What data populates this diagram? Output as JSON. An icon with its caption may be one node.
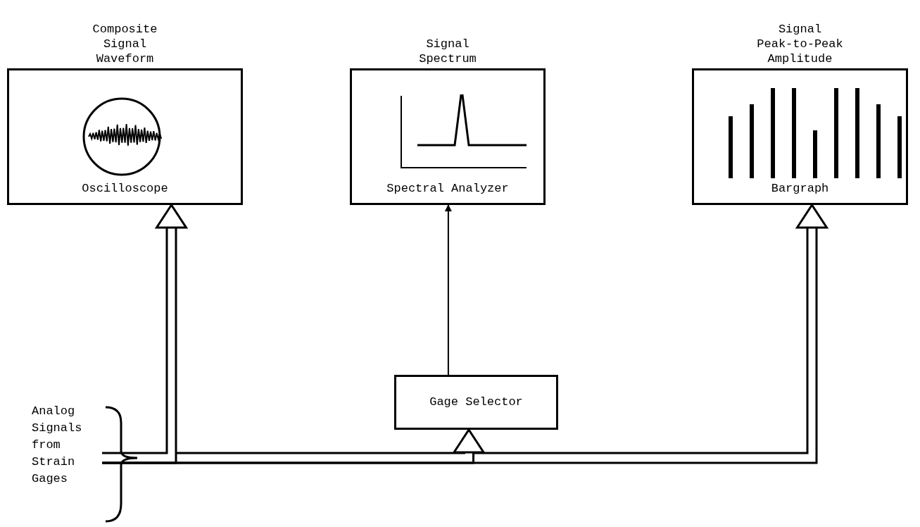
{
  "diagram": {
    "nodes": [
      {
        "text": [
          "Composite Signal Waveform",
          "Oscilloscope"
        ]
      },
      {
        "text": [
          "Signal Spectrum",
          "Spectral Analyzer"
        ]
      },
      {
        "text": [
          "Signal Peak-to-Peak Amplitude",
          "Bargraph"
        ]
      },
      {
        "text": [
          "Gage Selector"
        ]
      },
      {
        "text": [
          "Analog Signals from Strain Gages"
        ]
      }
    ],
    "edges": [
      {
        "from": 4,
        "to": 0,
        "arrow": "to"
      },
      {
        "from": 4,
        "to": 3,
        "arrow": "to"
      },
      {
        "from": 4,
        "to": 2,
        "arrow": "to"
      },
      {
        "from": 3,
        "to": 1,
        "arrow": "to"
      }
    ]
  }
}
